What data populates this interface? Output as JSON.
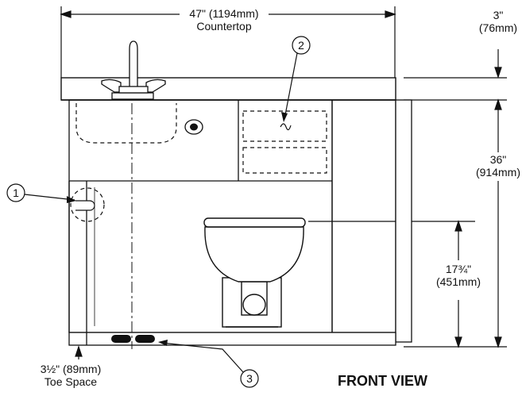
{
  "dimensions": {
    "width_value": "47\" (1194mm)",
    "width_label": "Countertop",
    "top_in": "3\"",
    "top_mm": "(76mm)",
    "height_in": "36\"",
    "height_mm": "(914mm)",
    "seat_in": "17¾\"",
    "seat_mm": "(451mm)",
    "toe_value": "3½\" (89mm)",
    "toe_label": "Toe Space"
  },
  "callouts": [
    "1",
    "2",
    "3"
  ],
  "view_title": "FRONT VIEW",
  "colors": {
    "line": "#111111",
    "fill_light": "#f7f7f7",
    "background": "#ffffff"
  }
}
